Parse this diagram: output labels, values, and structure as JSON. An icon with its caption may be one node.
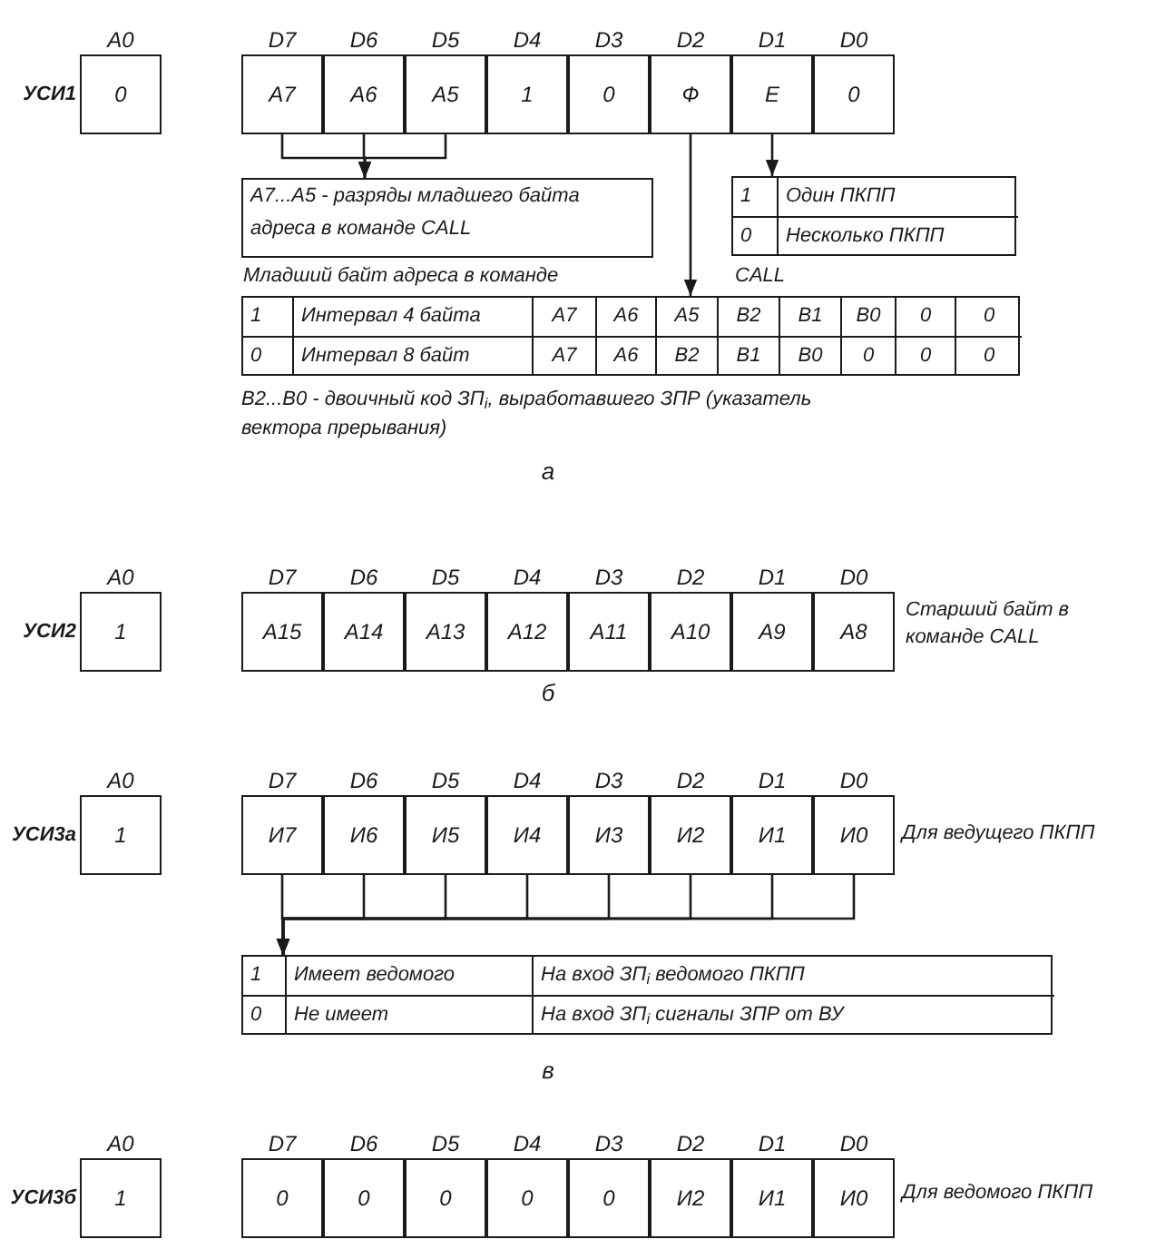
{
  "diagram": {
    "nodes": [
      {
        "text": [
          "A0",
          "0"
        ],
        "beside": [
          "УСИ1"
        ]
      },
      {
        "text": [
          "D7",
          "A7"
        ]
      },
      {
        "text": [
          "D6",
          "A6"
        ]
      },
      {
        "text": [
          "D5",
          "A5"
        ]
      },
      {
        "text": [
          "D4",
          "1"
        ]
      },
      {
        "text": [
          "D3",
          "0"
        ]
      },
      {
        "text": [
          "D2",
          "Ф"
        ]
      },
      {
        "text": [
          "D1",
          "Е"
        ]
      },
      {
        "text": [
          "D0",
          "0"
        ]
      },
      {
        "text": [
          "A7...A5 - разряды младшего байта адреса в команде CALL"
        ]
      },
      {
        "text": [
          "1",
          "Один ПКПП",
          "0",
          "Несколько ПКПП"
        ]
      },
      {
        "text": [
          "1",
          "Интервал 4 байта",
          "A7",
          "A6",
          "A5",
          "В2",
          "В1",
          "В0",
          "0",
          "0",
          "0",
          "Интервал 8 байт",
          "A7",
          "A6",
          "В2",
          "В1",
          "В0",
          "0",
          "0",
          "0"
        ]
      },
      {
        "text": [
          "A0",
          "1"
        ],
        "beside": [
          "УСИ2"
        ]
      },
      {
        "text": [
          "D7",
          "A15"
        ]
      },
      {
        "text": [
          "D6",
          "A14"
        ]
      },
      {
        "text": [
          "D5",
          "A13"
        ]
      },
      {
        "text": [
          "D4",
          "A12"
        ]
      },
      {
        "text": [
          "D3",
          "A11"
        ]
      },
      {
        "text": [
          "D2",
          "A10"
        ]
      },
      {
        "text": [
          "D1",
          "A9"
        ]
      },
      {
        "text": [
          "D0",
          "A8"
        ]
      },
      {
        "text": [
          "A0",
          "1"
        ],
        "beside": [
          "УСИ3а"
        ]
      },
      {
        "text": [
          "D7",
          "И7"
        ]
      },
      {
        "text": [
          "D6",
          "И6"
        ]
      },
      {
        "text": [
          "D5",
          "И5"
        ]
      },
      {
        "text": [
          "D4",
          "И4"
        ]
      },
      {
        "text": [
          "D3",
          "И3"
        ]
      },
      {
        "text": [
          "D2",
          "И2"
        ]
      },
      {
        "text": [
          "D1",
          "И1"
        ]
      },
      {
        "text": [
          "D0",
          "И0"
        ]
      },
      {
        "text": [
          "1",
          "Имеет ведомого",
          "На вход ЗП$_{i}$ ведомого ПКПП",
          "0",
          "Не имеет",
          "На вход ЗП$_{i}$ сигналы ЗПР от ВУ"
        ]
      },
      {
        "text": [
          "A0",
          "1"
        ],
        "beside": [
          "УСИ3б"
        ]
      },
      {
        "text": [
          "D7",
          "0"
        ]
      },
      {
        "text": [
          "D6",
          "0"
        ]
      },
      {
        "text": [
          "D5",
          "0"
        ]
      },
      {
        "text": [
          "D4",
          "0"
        ]
      },
      {
        "text": [
          "D3",
          "0"
        ]
      },
      {
        "text": [
          "D2",
          "И2"
        ]
      },
      {
        "text": [
          "D1",
          "И1"
        ]
      },
      {
        "text": [
          "D0",
          "И0"
        ]
      }
    ],
    "edges": [
      {
        "from": 1,
        "to": 9,
        "arrow": "to"
      },
      {
        "from": 2,
        "to": 9,
        "arrow": "to"
      },
      {
        "from": 3,
        "to": 9,
        "arrow": "to"
      },
      {
        "from": 6,
        "to": 11,
        "arrow": "to"
      },
      {
        "from": 7,
        "to": 10,
        "arrow": "to"
      },
      {
        "from": 22,
        "to": 30,
        "arrow": "to"
      },
      {
        "from": 23,
        "to": 30,
        "arrow": "to"
      },
      {
        "from": 24,
        "to": 30,
        "arrow": "to"
      },
      {
        "from": 25,
        "to": 30,
        "arrow": "to"
      },
      {
        "from": 26,
        "to": 30,
        "arrow": "to"
      },
      {
        "from": 27,
        "to": 30,
        "arrow": "to"
      },
      {
        "from": 28,
        "to": 30,
        "arrow": "to"
      },
      {
        "from": 29,
        "to": 30,
        "arrow": "to"
      }
    ],
    "labels": [
      "Младший байт адреса в команде",
      "CALL",
      "В2...В0 - двоичный код ЗП$_{i}$, выработавшего ЗПР (указатель вектора прерывания)",
      "а",
      "Старший байт в команде CALL",
      "б",
      "Для ведущего ПКПП",
      "в",
      "Для ведомого ПКПП"
    ]
  }
}
